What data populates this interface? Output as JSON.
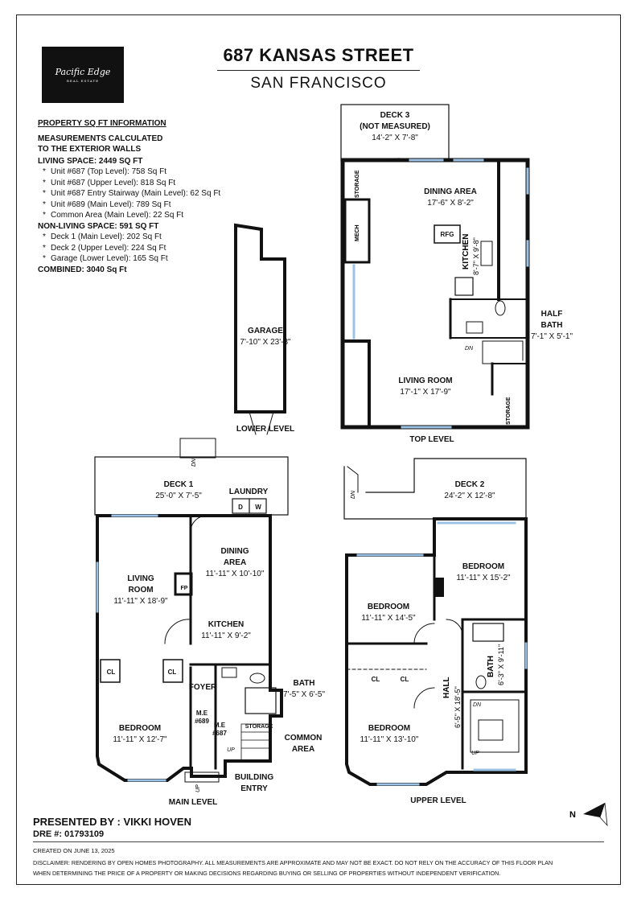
{
  "header": {
    "title": "687 KANSAS STREET",
    "subtitle": "SAN FRANCISCO",
    "logo_text": "Pacific Edge",
    "logo_sub": "REAL ESTATE"
  },
  "sqft": {
    "heading": "PROPERTY SQ FT INFORMATION",
    "note_line1": "MEASUREMENTS CALCULATED",
    "note_line2": "TO THE EXTERIOR WALLS",
    "living_title": "LIVING SPACE: 2449 SQ FT",
    "living_items": [
      "Unit #687 (Top Level):  758 Sq Ft",
      "Unit #687 (Upper Level):  818 Sq Ft",
      "Unit #687 Entry Stairway (Main Level):  62 Sq Ft",
      "Unit #689 (Main Level):  789 Sq Ft",
      "Common Area (Main Level):  22 Sq Ft"
    ],
    "nonliving_title": "NON-LIVING SPACE: 591 SQ FT",
    "nonliving_items": [
      "Deck 1 (Main Level):  202 Sq Ft",
      "Deck 2 (Upper Level):  224 Sq Ft",
      "Garage (Lower Level):  165 Sq Ft"
    ],
    "combined": "COMBINED:    3040  Sq Ft",
    "bullet": "*"
  },
  "levels": {
    "top": "TOP LEVEL",
    "lower": "LOWER LEVEL",
    "main": "MAIN LEVEL",
    "upper": "UPPER LEVEL"
  },
  "rooms": {
    "deck3_name": "DECK 3",
    "deck3_note": "(NOT MEASURED)",
    "deck3_dim": "14'-2\" X 7'-8\"",
    "storage": "STORAGE",
    "mech": "MECH",
    "dining_top_name": "DINING AREA",
    "dining_top_dim": "17'-6\" X 8'-2\"",
    "rfg": "RFG",
    "kitchen_top_name": "KITCHEN",
    "kitchen_top_dim": "8'-7\" X 9'-8\"",
    "half_bath_1": "HALF",
    "half_bath_2": "BATH",
    "half_bath_dim": "7'-1\" X 5'-1\"",
    "dn": "DN",
    "up": "UP",
    "living_top_name": "LIVING ROOM",
    "living_top_dim": "17'-1\" X 17'-9\"",
    "garage_name": "GARAGE",
    "garage_dim": "7'-10\" X 23'-8\"",
    "deck1_name": "DECK 1",
    "deck1_dim": "25'-0\" X 7'-5\"",
    "laundry": "LAUNDRY",
    "d": "D",
    "w": "W",
    "dining_main_1": "DINING",
    "dining_main_2": "AREA",
    "dining_main_dim": "11'-11\" X 10'-10\"",
    "living_main_1": "LIVING",
    "living_main_2": "ROOM",
    "living_main_dim": "11'-11\" X 18'-9\"",
    "fp": "FP",
    "kitchen_main_name": "KITCHEN",
    "kitchen_main_dim": "11'-11\" X 9'-2\"",
    "cl": "CL",
    "foyer": "FOYER",
    "bath_main_name": "BATH",
    "bath_main_dim": "7'-5\" X 6'-5\"",
    "me689_1": "M.E",
    "me689_2": "#689",
    "me687_1": "M.E",
    "me687_2": "#687",
    "common_1": "COMMON",
    "common_2": "AREA",
    "building_1": "BUILDING",
    "building_2": "ENTRY",
    "bedroom_main_name": "BEDROOM",
    "bedroom_main_dim": "11'-11\" X 12'-7\"",
    "deck2_name": "DECK 2",
    "deck2_dim": "24'-2\" X 12'-8\"",
    "bedroom_upper_a_name": "BEDROOM",
    "bedroom_upper_a_dim": "11'-11\" X 15'-2\"",
    "bedroom_upper_b_name": "BEDROOM",
    "bedroom_upper_b_dim": "11'-11\" X 14'-5\"",
    "bath_upper_name": "BATH",
    "bath_upper_dim": "6'-3\" X 9'-11\"",
    "hall_name": "HALL",
    "hall_dim": "6'-5\" X 18'-5\"",
    "bedroom_upper_c_name": "BEDROOM",
    "bedroom_upper_c_dim": "11'-11\" X 13'-10\""
  },
  "compass": "N",
  "footer": {
    "presented": "PRESENTED BY : VIKKI HOVEN",
    "dre": "DRE #: 01793109",
    "created": "CREATED ON JUNE 13, 2025",
    "disclaimer_1": "DISCLAIMER: RENDERING BY OPEN HOMES PHOTOGRAPHY. ALL MEASUREMENTS ARE APPROXIMATE AND MAY NOT BE EXACT. DO NOT RELY ON THE ACCURACY OF THIS FLOOR PLAN",
    "disclaimer_2": "WHEN DETERMINING THE PRICE OF A PROPERTY OR MAKING DECISIONS REGARDING BUYING OR SELLING OF PROPERTIES WITHOUT INDEPENDENT VERIFICATION."
  }
}
